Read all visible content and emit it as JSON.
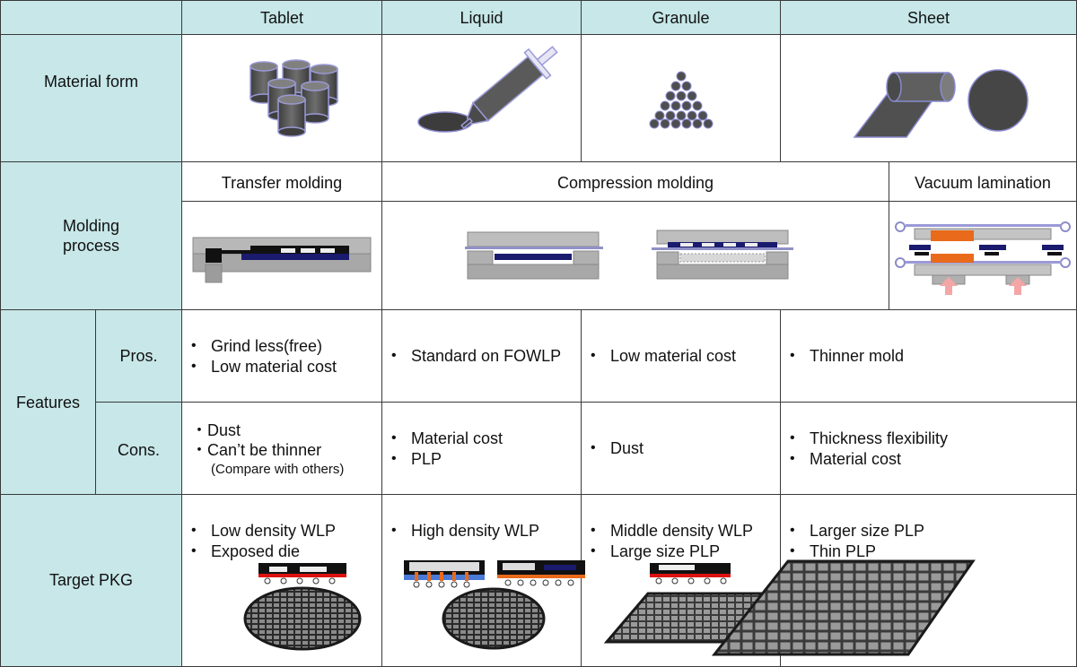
{
  "columns": {
    "tablet": "Tablet",
    "liquid": "Liquid",
    "granule": "Granule",
    "sheet": "Sheet"
  },
  "rows": {
    "material_form": "Material form",
    "molding_process": "Molding\nprocess",
    "features": "Features",
    "pros": "Pros.",
    "cons": "Cons.",
    "target_pkg": "Target PKG"
  },
  "processes": {
    "transfer": "Transfer molding",
    "compression": "Compression molding",
    "vacuum": "Vacuum lamination"
  },
  "pros": {
    "tablet": [
      "Grind less(free)",
      "Low material cost"
    ],
    "liquid": [
      "Standard on FOWLP"
    ],
    "granule": [
      "Low material cost"
    ],
    "sheet": [
      "Thinner mold"
    ]
  },
  "cons": {
    "tablet": [
      "・Dust",
      "・Can’t be thinner",
      "(Compare with others)"
    ],
    "liquid": [
      "Material cost",
      "PLP"
    ],
    "granule": [
      "Dust"
    ],
    "sheet": [
      "Thickness flexibility",
      "Material cost"
    ]
  },
  "target": {
    "tablet": [
      "Low density WLP",
      "Exposed die"
    ],
    "liquid": [
      "High density WLP"
    ],
    "granule": [
      "Middle density WLP",
      "Large size PLP"
    ],
    "sheet": [
      "Larger size PLP",
      "Thin PLP"
    ]
  },
  "colors": {
    "header_fill": "#c7e7e8",
    "grid_line": "#3a3a3a",
    "material_gray": "#555555",
    "die_navy": "#1a1a6e",
    "heat_orange": "#e96a1a"
  }
}
